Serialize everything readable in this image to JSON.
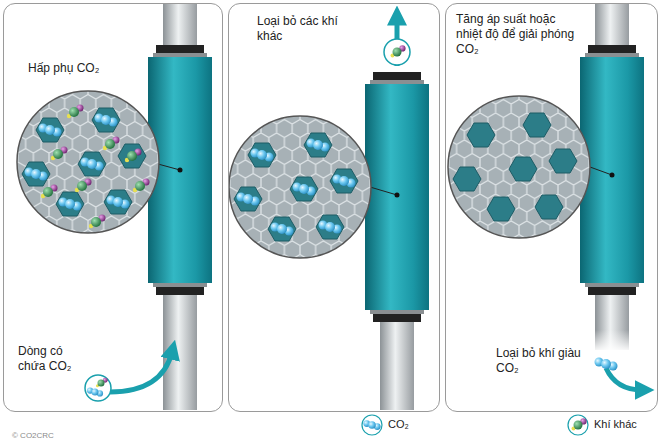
{
  "diagram": {
    "nodes": [
      {
        "text": [
          "Hấp phụ CO₂",
          "Dòng có chứa CO₂"
        ]
      },
      {
        "text": [
          "Loại bỏ các khí khác"
        ]
      },
      {
        "text": [
          "Tăng áp suất hoặc nhiệt độ để giải phóng CO₂",
          "Loại bỏ khí giàu CO₂"
        ]
      }
    ],
    "labels": [
      "© CO2CRC"
    ],
    "legend": [
      {
        "text": "CO₂"
      },
      {
        "text": "Khí khác"
      }
    ]
  }
}
